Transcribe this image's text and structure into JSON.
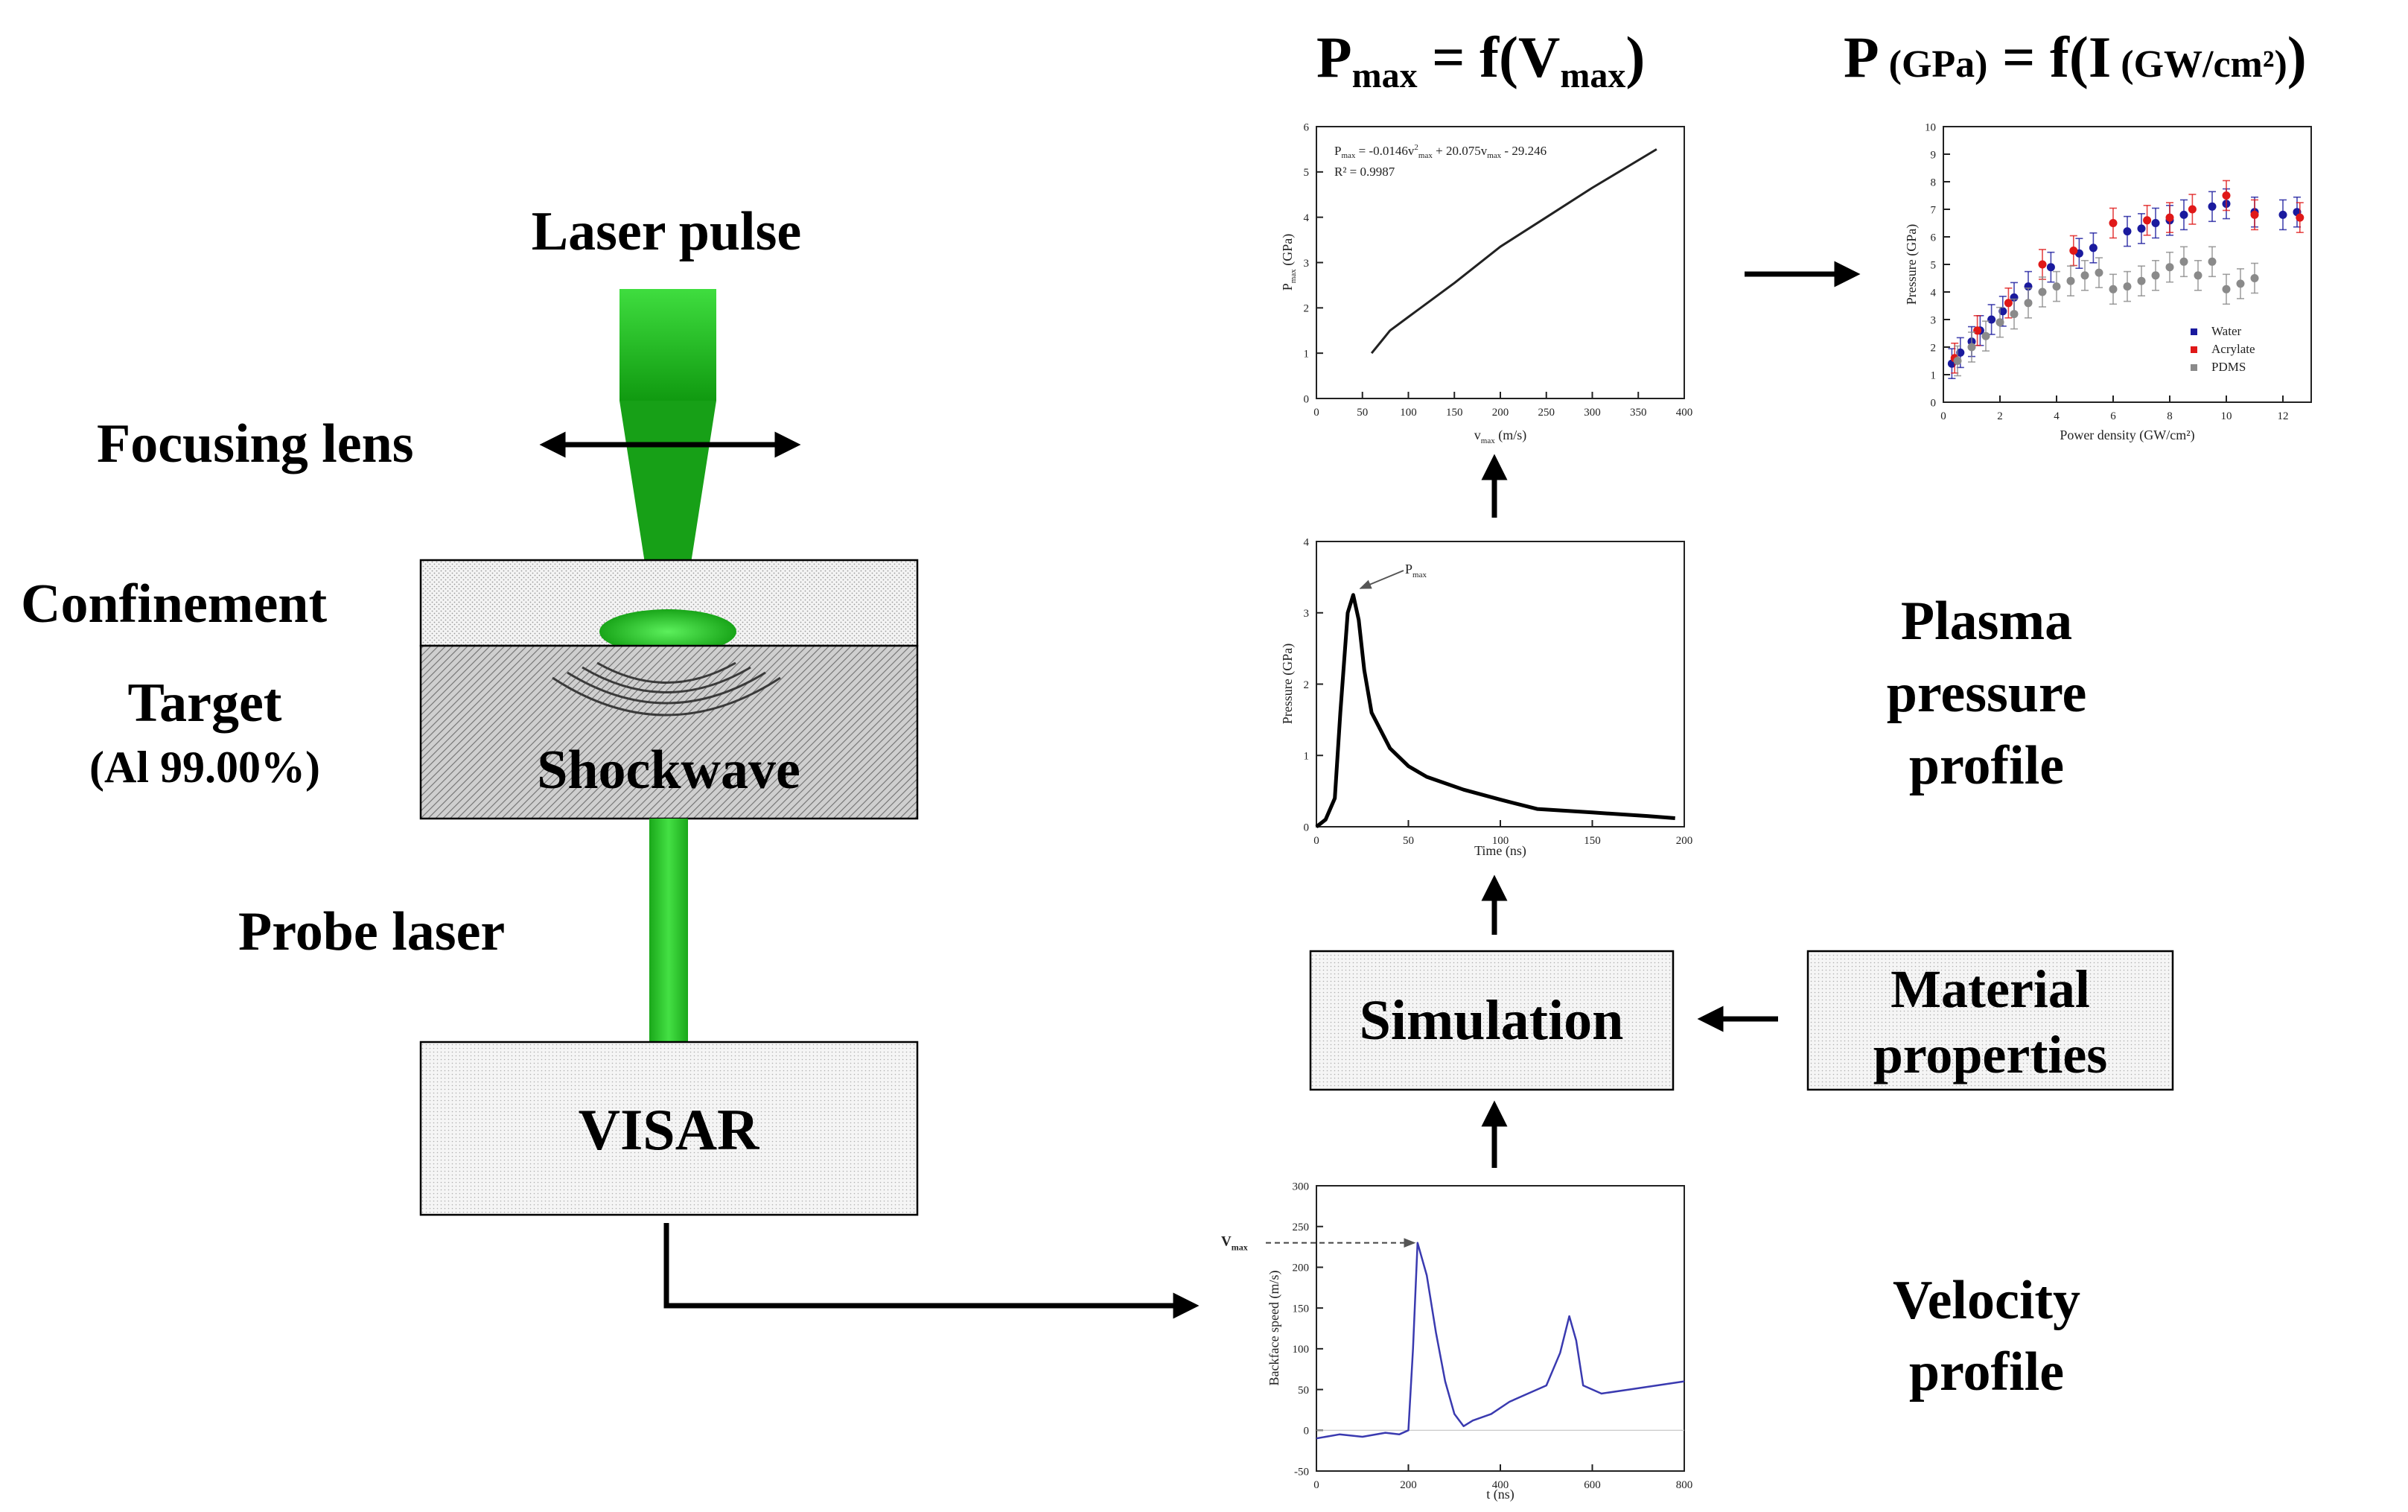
{
  "left_setup": {
    "laser_pulse": "Laser pulse",
    "focusing_lens": "Focusing lens",
    "confinement": "Confinement",
    "target": "Target",
    "target_material": "(Al 99.00%)",
    "shockwave": "Shockwave",
    "probe_laser": "Probe laser",
    "visar": "VISAR"
  },
  "flow": {
    "simulation": "Simulation",
    "material_line1": "Material",
    "material_line2": "properties",
    "plasma_line1": "Plasma",
    "plasma_line2": "pressure",
    "plasma_line3": "profile",
    "velocity_line1": "Velocity",
    "velocity_line2": "profile"
  },
  "headings": {
    "pmax_fit": {
      "p": "P",
      "sub1": "max",
      "eq": " = f(V",
      "sub2": "max",
      "close": ")"
    },
    "p_of_i": {
      "p": "P",
      "unit1": " (GPa)",
      "eq": " = f(I",
      "unit2": " (GW/cm²)",
      "close": ")"
    }
  },
  "chart_data": [
    {
      "id": "pmax-vmax",
      "type": "line",
      "xlabel": {
        "main": "v",
        "sub": "max",
        "rest": " (m/s)"
      },
      "ylabel": {
        "main": "P",
        "sub": "max",
        "rest": " (GPa)"
      },
      "xlim": [
        0,
        400
      ],
      "ylim": [
        0,
        6
      ],
      "xticks": [
        0,
        50,
        100,
        150,
        200,
        250,
        300,
        350,
        400
      ],
      "yticks": [
        0,
        1,
        2,
        3,
        4,
        5,
        6
      ],
      "annotation": {
        "l1a": "P",
        "l1b": "max",
        "l1c": " = -0.0146v",
        "l1d": "2",
        "l1e": "max",
        "l1f": " + 20.075v",
        "l1g": "max",
        "l1h": " - 29.246",
        "l2": "R² = 0.9987"
      },
      "series": [
        {
          "x": [
            60,
            70,
            80,
            100,
            120,
            150,
            200,
            250,
            300,
            370
          ],
          "y": [
            1.0,
            1.25,
            1.5,
            1.8,
            2.1,
            2.55,
            3.35,
            4.0,
            4.65,
            5.5
          ]
        }
      ]
    },
    {
      "id": "pressure-power-density",
      "type": "scatter",
      "xlabel": "Power density (GW/cm²)",
      "ylabel": "Pressure (GPa)",
      "xlim": [
        0,
        13
      ],
      "ylim": [
        0,
        10
      ],
      "xticks": [
        0,
        2,
        4,
        6,
        8,
        10,
        12
      ],
      "yticks": [
        0,
        1,
        2,
        3,
        4,
        5,
        6,
        7,
        8,
        9,
        10
      ],
      "legend_position": "bottom-right",
      "series": [
        {
          "name": "Water",
          "color": "#1a1a9e",
          "x": [
            0.3,
            0.6,
            1.0,
            1.3,
            1.7,
            2.1,
            2.5,
            3.0,
            3.8,
            4.8,
            5.3,
            6.5,
            7.0,
            7.5,
            8.0,
            8.5,
            9.5,
            10.0,
            11.0,
            12.0,
            12.5
          ],
          "y": [
            1.4,
            1.8,
            2.2,
            2.6,
            3.0,
            3.3,
            3.8,
            4.2,
            4.9,
            5.4,
            5.6,
            6.2,
            6.3,
            6.5,
            6.6,
            6.8,
            7.1,
            7.2,
            6.9,
            6.8,
            6.9
          ]
        },
        {
          "name": "Acrylate",
          "color": "#e01818",
          "x": [
            0.4,
            1.2,
            2.3,
            3.5,
            4.6,
            6.0,
            7.2,
            8.0,
            8.8,
            10.0,
            11.0,
            12.6
          ],
          "y": [
            1.6,
            2.6,
            3.6,
            5.0,
            5.5,
            6.5,
            6.6,
            6.7,
            7.0,
            7.5,
            6.8,
            6.7
          ]
        },
        {
          "name": "PDMS",
          "color": "#8a8a8a",
          "x": [
            0.5,
            1.0,
            1.5,
            2.0,
            2.5,
            3.0,
            3.5,
            4.0,
            4.5,
            5.0,
            5.5,
            6.0,
            6.5,
            7.0,
            7.5,
            8.0,
            8.5,
            9.0,
            9.5,
            10.0,
            10.5,
            11.0
          ],
          "y": [
            1.5,
            2.0,
            2.4,
            2.9,
            3.2,
            3.6,
            4.0,
            4.2,
            4.4,
            4.6,
            4.7,
            4.1,
            4.2,
            4.4,
            4.6,
            4.9,
            5.1,
            4.6,
            5.1,
            4.1,
            4.3,
            4.5
          ]
        }
      ]
    },
    {
      "id": "pressure-time",
      "type": "line",
      "xlabel": "Time (ns)",
      "ylabel": "Pressure (GPa)",
      "xlim": [
        0,
        200
      ],
      "ylim": [
        0,
        4
      ],
      "xticks": [
        0,
        50,
        100,
        150,
        200
      ],
      "yticks": [
        0,
        1,
        2,
        3,
        4
      ],
      "annotation": {
        "main": "P",
        "sub": "max"
      },
      "series": [
        {
          "x": [
            0,
            5,
            10,
            13,
            17,
            20,
            23,
            26,
            30,
            40,
            50,
            60,
            80,
            100,
            120,
            150,
            180,
            195
          ],
          "y": [
            0.0,
            0.1,
            0.4,
            1.6,
            3.0,
            3.25,
            2.9,
            2.2,
            1.6,
            1.1,
            0.85,
            0.7,
            0.52,
            0.38,
            0.25,
            0.2,
            0.15,
            0.12
          ]
        }
      ]
    },
    {
      "id": "velocity-time",
      "type": "line",
      "xlabel": "t (ns)",
      "ylabel": "Backface speed (m/s)",
      "xlim": [
        0,
        800
      ],
      "ylim": [
        -50,
        300
      ],
      "xticks": [
        0,
        200,
        400,
        600,
        800
      ],
      "yticks": [
        -50,
        0,
        50,
        100,
        150,
        200,
        250,
        300
      ],
      "color": "#3a3ab0",
      "annotation": {
        "main": "V",
        "sub": "max"
      },
      "series": [
        {
          "x": [
            0,
            50,
            100,
            150,
            180,
            200,
            210,
            220,
            240,
            260,
            280,
            300,
            320,
            340,
            380,
            420,
            460,
            500,
            530,
            550,
            565,
            580,
            620,
            680,
            740,
            800
          ],
          "y": [
            -10,
            -5,
            -8,
            -3,
            -5,
            0,
            100,
            230,
            190,
            120,
            60,
            20,
            5,
            12,
            20,
            35,
            45,
            55,
            95,
            140,
            110,
            55,
            45,
            50,
            55,
            60
          ]
        }
      ]
    }
  ]
}
